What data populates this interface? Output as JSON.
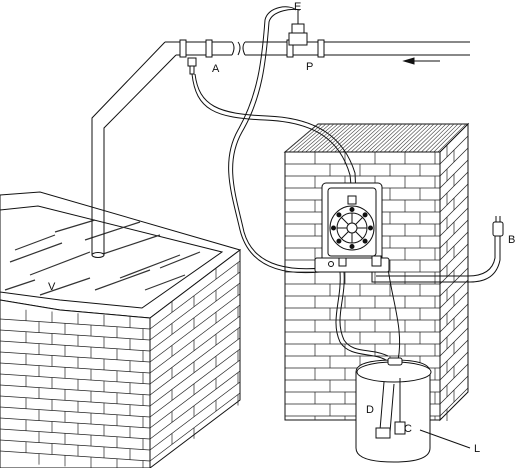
{
  "labels": {
    "A": "A",
    "E": "E",
    "P": "P",
    "B": "B",
    "V": "V",
    "D": "D",
    "C": "C",
    "L": "L"
  },
  "colors": {
    "line": "#111111",
    "roof_hatch": "#333333",
    "background": "#ffffff"
  },
  "flow_direction": "right-to-left"
}
